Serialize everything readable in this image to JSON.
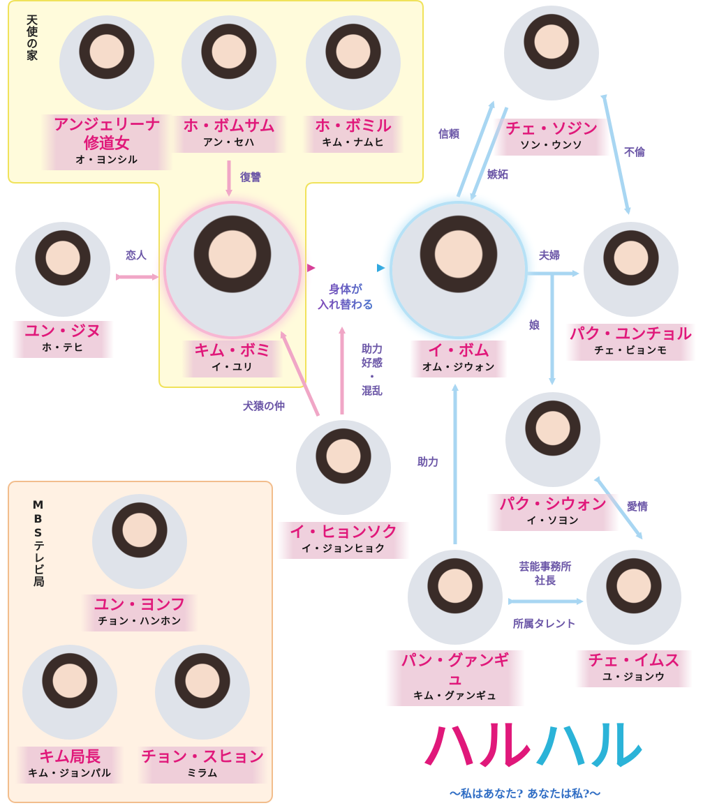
{
  "groups": {
    "angel_house": "天使の家",
    "mbs": "MBSテレビ局"
  },
  "characters": {
    "angelina": {
      "name": "アンジェリーナ\n修道女",
      "actor": "オ・ヨンシル"
    },
    "bomsam": {
      "name": "ホ・ボムサム",
      "actor": "アン・セハ"
    },
    "bomil": {
      "name": "ホ・ボミル",
      "actor": "キム・ナムヒ"
    },
    "bomi": {
      "name": "キム・ボミ",
      "actor": "イ・ユリ"
    },
    "jinu": {
      "name": "ユン・ジヌ",
      "actor": "ホ・テヒ"
    },
    "sojin": {
      "name": "チェ・ソジン",
      "actor": "ソン・ウンソ"
    },
    "ibom": {
      "name": "イ・ボム",
      "actor": "オム・ジウォン"
    },
    "yuncheol": {
      "name": "パク・ユンチョル",
      "actor": "チェ・ビョンモ"
    },
    "siwon": {
      "name": "パク・シウォン",
      "actor": "イ・ソヨン"
    },
    "hyeonseok": {
      "name": "イ・ヒョンソク",
      "actor": "イ・ジョンヒョク"
    },
    "yonpu": {
      "name": "ユン・ヨンフ",
      "actor": "チョン・ハンホン"
    },
    "kyokucho": {
      "name": "キム局長",
      "actor": "キム・ジョンパル"
    },
    "suhyon": {
      "name": "チョン・スヒョン",
      "actor": "ミラム"
    },
    "gwangyu": {
      "name": "パン・グァンギュ",
      "actor": "キム・グァンギュ"
    },
    "imusu": {
      "name": "チェ・イムス",
      "actor": "ユ・ジョンウ"
    }
  },
  "relations": {
    "revenge": "復讐",
    "lovers": "恋人",
    "swap": "身体が\n入れ替わる",
    "help_fav_chaos": "助力\n好感\n・\n混乱",
    "enemies": "犬猿の仲",
    "trust": "信頼",
    "jealousy": "嫉妬",
    "affair": "不倫",
    "couple": "夫婦",
    "daughter": "娘",
    "help": "助力",
    "affection": "愛情",
    "agency_top": "芸能事務所\n社長",
    "agency_bottom": "所属タレント"
  },
  "logo": {
    "part1": "ハル",
    "part2": "ハル",
    "subtitle": "〜私はあなた? あなたは私?〜"
  },
  "colors": {
    "pink": "#f0a6c6",
    "blue": "#a8d6f2",
    "name_text": "#e0187a",
    "relation_text": "#6a55a6",
    "angel_box_border": "#f0e25a",
    "angel_box_fill": "#fffbdb",
    "mbs_box_border": "#f2bd8c",
    "mbs_box_fill": "#fff1e3"
  },
  "icons": [
    "character-portrait-icon"
  ]
}
